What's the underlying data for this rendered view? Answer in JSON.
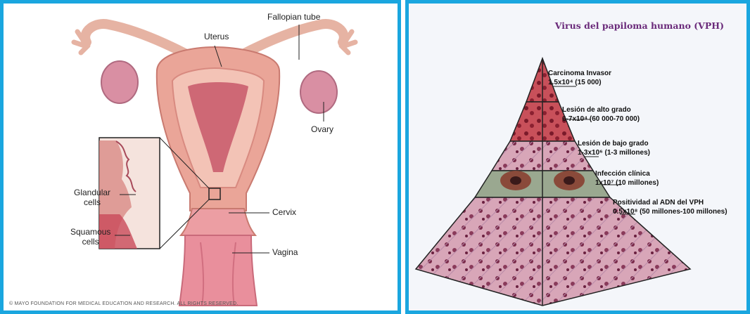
{
  "left_figure": {
    "labels": {
      "fallopian_tube": "Fallopian tube",
      "uterus": "Uterus",
      "ovary": "Ovary",
      "glandular_cells": "Glandular\ncells",
      "squamous_cells": "Squamous\ncells",
      "cervix": "Cervix",
      "vagina": "Vagina"
    },
    "copyright": "© MAYO FOUNDATION FOR MEDICAL EDUCATION AND RESEARCH. ALL RIGHTS RESERVED."
  },
  "right_figure": {
    "title": "Virus del papiloma humano (VPH)",
    "tiers": [
      {
        "name": "Carcinoma Invasor",
        "value": "1.5x10⁴ (15 000)"
      },
      {
        "name": "Lesión de alto grado",
        "value": "6-7x10⁴ (60 000-70 000)"
      },
      {
        "name": "Lesión de bajo grado",
        "value": "1-3x10⁶ (1-3 millones)"
      },
      {
        "name": "Infección clínica",
        "value": "1x10⁷ (10 millones)"
      },
      {
        "name": "Positividad al ADN del VPH",
        "value": "0.5x10⁸ (50 millones-100 millones)"
      }
    ]
  },
  "colors": {
    "frame": "#1aa6df",
    "tissue": "#e9a49a",
    "tissue_dark": "#c96a6a",
    "title": "#6a2a7a"
  }
}
